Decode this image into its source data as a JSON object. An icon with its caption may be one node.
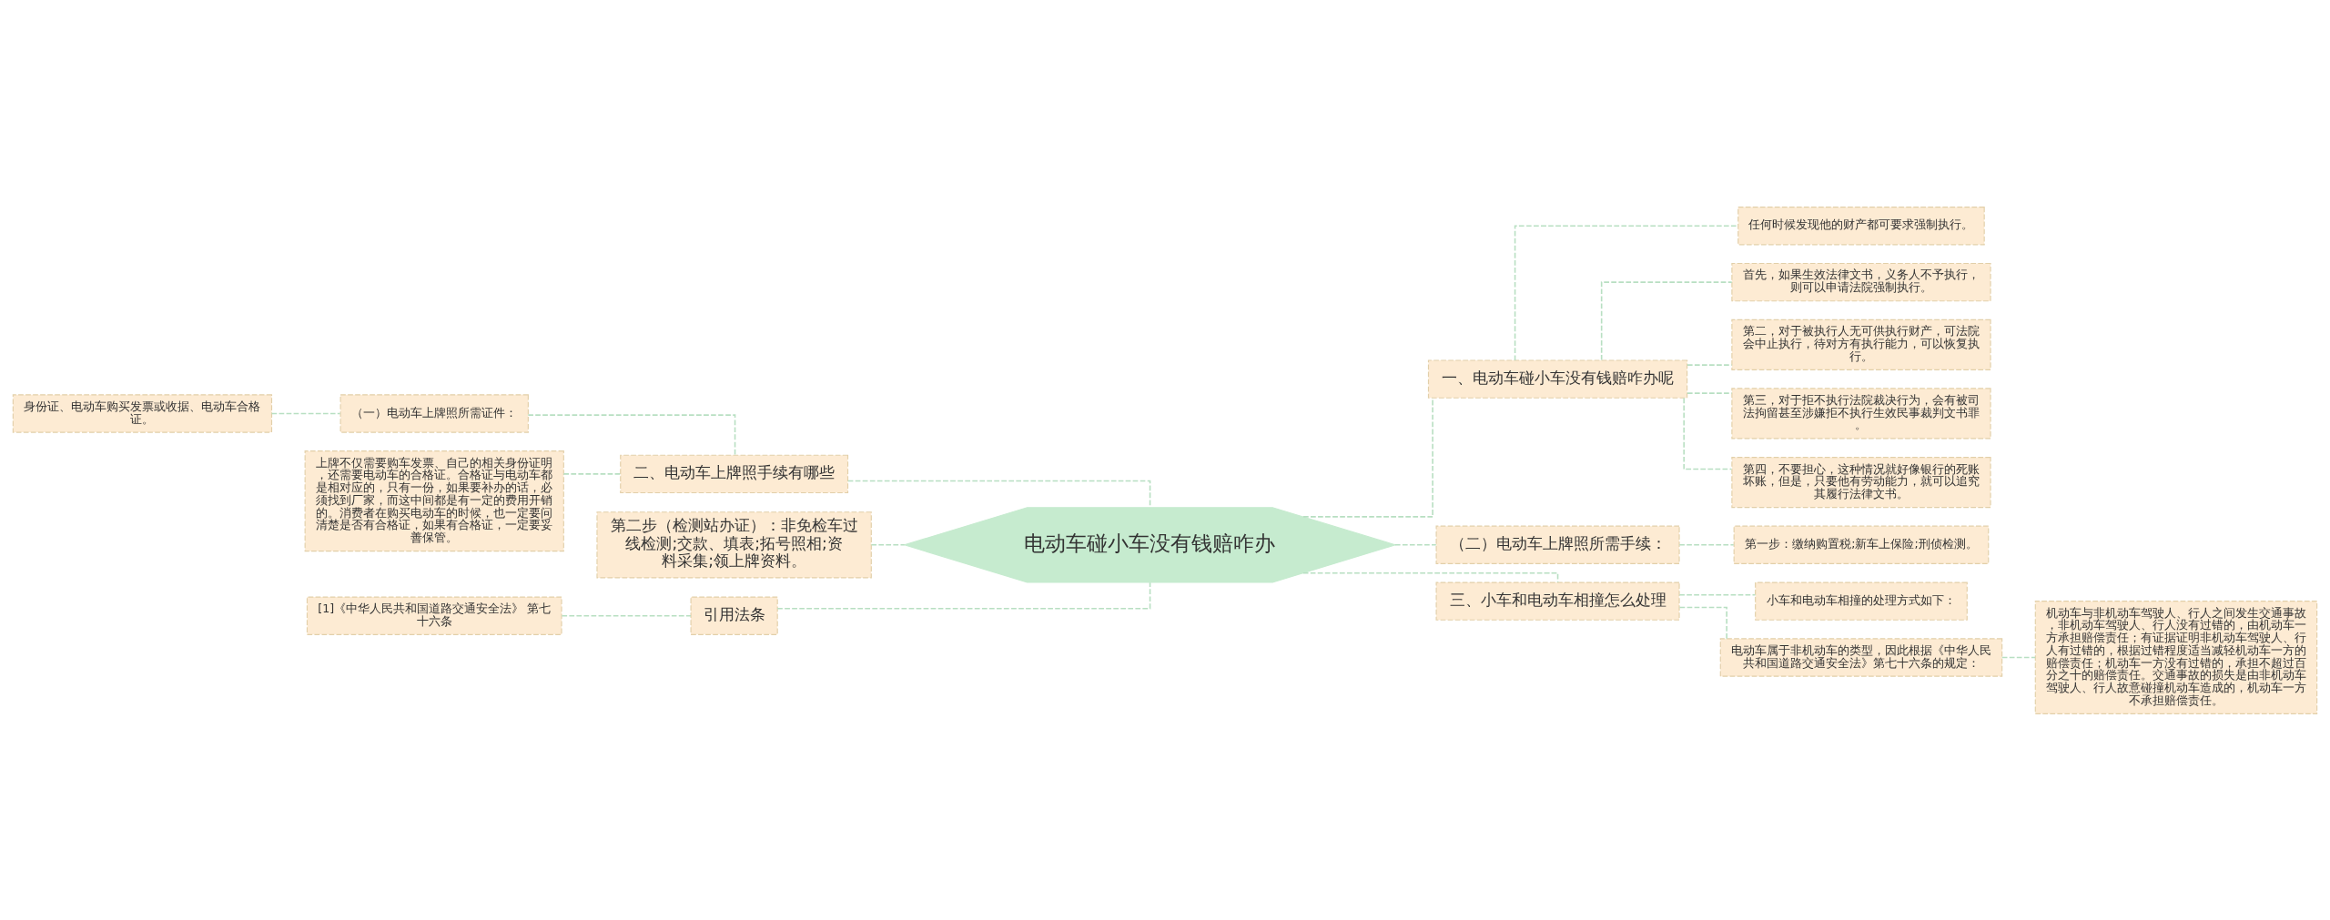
{
  "diagram": {
    "nodes": [
      {
        "text": [
          "电动车碰小车没有钱赔咋办"
        ]
      },
      {
        "text": [
          "一、电动车碰小车没有钱赔咋办呢"
        ]
      },
      {
        "text": [
          "任何时候发现他的财产都可要求强制执行。"
        ]
      },
      {
        "text": [
          "首先，如果生效法律文书，义务人不予执行，则可以申请法院强制执行。"
        ]
      },
      {
        "text": [
          "第二，对于被执行人无可供执行财产，可法院会中止执行，待对方有执行能力，可以恢复执行。"
        ]
      },
      {
        "text": [
          "第三，对于拒不执行法院裁决行为，会有被司法拘留甚至涉嫌拒不执行生效民事裁判文书罪。"
        ]
      },
      {
        "text": [
          "第四，不要担心，这种情况就好像银行的死账坏账，但是，只要他有劳动能力，就可以追究其履行法律文书。"
        ]
      },
      {
        "text": [
          "（二）电动车上牌照所需手续："
        ]
      },
      {
        "text": [
          "第一步：缴纳购置税;新车上保险;刑侦检测。"
        ]
      },
      {
        "text": [
          "三、小车和电动车相撞怎么处理"
        ]
      },
      {
        "text": [
          "小车和电动车相撞的处理方式如下："
        ]
      },
      {
        "text": [
          "电动车属于非机动车的类型，因此根据《中华人民共和国道路交通安全法》第七十六条的规定："
        ]
      },
      {
        "text": [
          "机动车与非机动车驾驶人、行人之间发生交通事故，非机动车驾驶人、行人没有过错的，由机动车一方承担赔偿责任；有证据证明非机动车驾驶人、行人有过错的，根据过错程度适当减轻机动车一方的赔偿责任；机动车一方没有过错的，承担不超过百分之十的赔偿责任。交通事故的损失是由非机动车驾驶人、行人故意碰撞机动车造成的，机动车一方不承担赔偿责任。"
        ]
      },
      {
        "text": [
          "二、电动车上牌照手续有哪些"
        ]
      },
      {
        "text": [
          "（一）电动车上牌照所需证件："
        ]
      },
      {
        "text": [
          "身份证、电动车购买发票或收据、电动车合格证。"
        ]
      },
      {
        "text": [
          "上牌不仅需要购车发票、自己的相关身份证明，还需要电动车的合格证。合格证与电动车都是相对应的，只有一份，如果要补办的话，必须找到厂家，而这中间都是有一定的费用开销的。消费者在购买电动车的时候，也一定要问清楚是否有合格证，如果有合格证，一定要妥善保管。"
        ]
      },
      {
        "text": [
          "第二步（检测站办证）：非免检车过线检测;交款、填表;拓号照相;资料采集;领上牌资料。"
        ]
      },
      {
        "text": [
          "引用法条"
        ]
      },
      {
        "text": [
          "[1]《中华人民共和国道路交通安全法》 第七十六条"
        ]
      }
    ],
    "edges": [
      {
        "from": 0,
        "to": 1,
        "arrow": "none",
        "style": "dashed"
      },
      {
        "from": 1,
        "to": 2,
        "arrow": "none",
        "style": "dashed"
      },
      {
        "from": 1,
        "to": 3,
        "arrow": "none",
        "style": "dashed"
      },
      {
        "from": 1,
        "to": 4,
        "arrow": "none",
        "style": "dashed"
      },
      {
        "from": 1,
        "to": 5,
        "arrow": "none",
        "style": "dashed"
      },
      {
        "from": 1,
        "to": 6,
        "arrow": "none",
        "style": "dashed"
      },
      {
        "from": 0,
        "to": 7,
        "arrow": "none",
        "style": "dashed"
      },
      {
        "from": 7,
        "to": 8,
        "arrow": "none",
        "style": "dashed"
      },
      {
        "from": 0,
        "to": 9,
        "arrow": "none",
        "style": "dashed"
      },
      {
        "from": 9,
        "to": 10,
        "arrow": "none",
        "style": "dashed"
      },
      {
        "from": 9,
        "to": 11,
        "arrow": "none",
        "style": "dashed"
      },
      {
        "from": 11,
        "to": 12,
        "arrow": "none",
        "style": "dashed"
      },
      {
        "from": 0,
        "to": 13,
        "arrow": "none",
        "style": "dashed"
      },
      {
        "from": 13,
        "to": 14,
        "arrow": "none",
        "style": "dashed"
      },
      {
        "from": 14,
        "to": 15,
        "arrow": "none",
        "style": "dashed"
      },
      {
        "from": 13,
        "to": 16,
        "arrow": "none",
        "style": "dashed"
      },
      {
        "from": 0,
        "to": 17,
        "arrow": "none",
        "style": "dashed"
      },
      {
        "from": 0,
        "to": 18,
        "arrow": "none",
        "style": "dashed"
      },
      {
        "from": 18,
        "to": 19,
        "arrow": "none",
        "style": "dashed"
      }
    ]
  }
}
